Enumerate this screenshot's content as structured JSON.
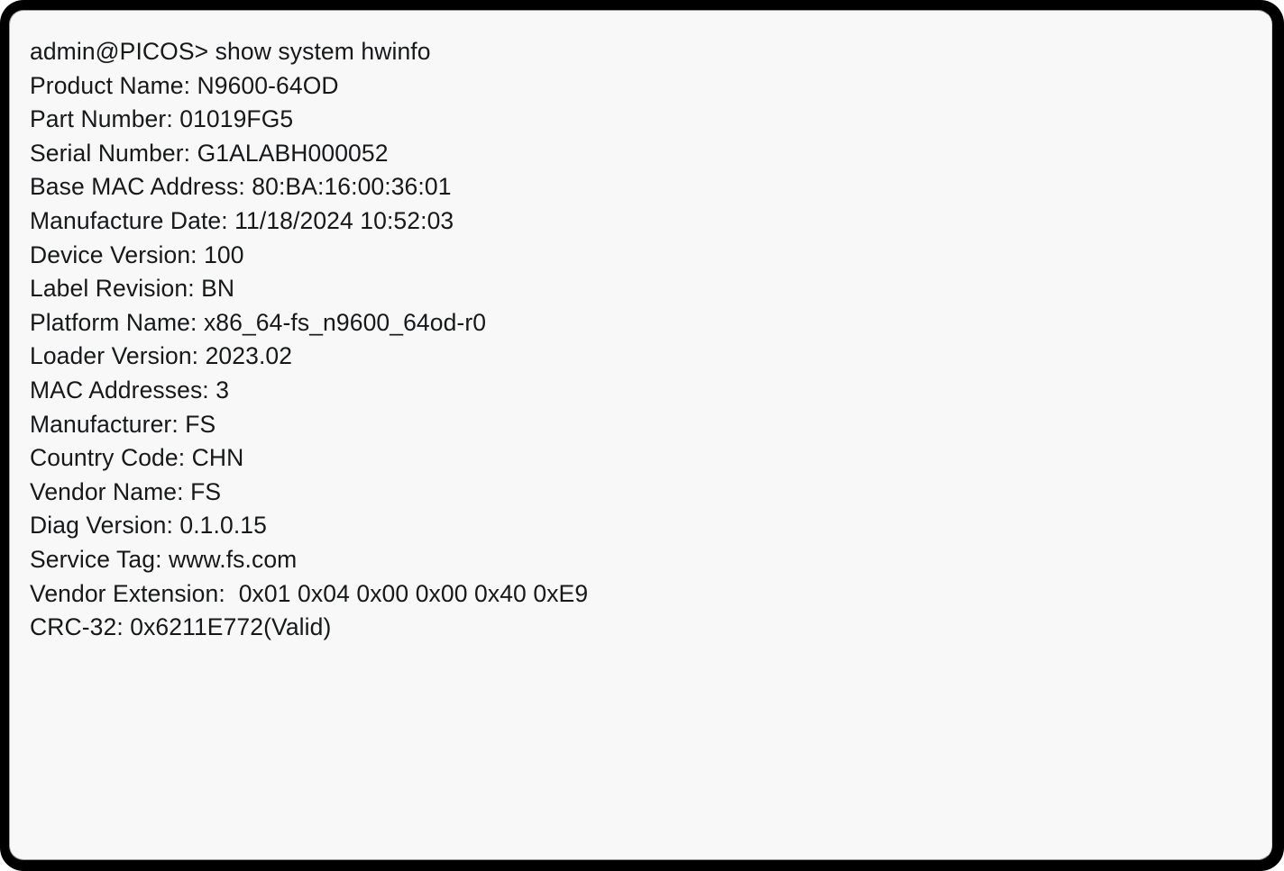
{
  "terminal": {
    "frame_color": "#000000",
    "screen_background": "#f8f8f8",
    "text_color": "#16181a",
    "prompt": "admin@PICOS>",
    "command": "show system hwinfo",
    "lines": [
      "admin@PICOS> show system hwinfo",
      "Product Name: N9600-64OD",
      "Part Number: 01019FG5",
      "Serial Number: G1ALABH000052",
      "Base MAC Address: 80:BA:16:00:36:01",
      "Manufacture Date: 11/18/2024 10:52:03",
      "Device Version: 100",
      "Label Revision: BN",
      "Platform Name: x86_64-fs_n9600_64od-r0",
      "Loader Version: 2023.02",
      "MAC Addresses: 3",
      "Manufacturer: FS",
      "Country Code: CHN",
      "Vendor Name: FS",
      "Diag Version: 0.1.0.15",
      "Service Tag: www.fs.com",
      "Vendor Extension:  0x01 0x04 0x00 0x00 0x40 0xE9",
      "CRC-32: 0x6211E772(Valid)"
    ],
    "fields": {
      "product_name": "N9600-64OD",
      "part_number": "01019FG5",
      "serial_number": "G1ALABH000052",
      "base_mac_address": "80:BA:16:00:36:01",
      "manufacture_date": "11/18/2024 10:52:03",
      "device_version": "100",
      "label_revision": "BN",
      "platform_name": "x86_64-fs_n9600_64od-r0",
      "loader_version": "2023.02",
      "mac_addresses": "3",
      "manufacturer": "FS",
      "country_code": "CHN",
      "vendor_name": "FS",
      "diag_version": "0.1.0.15",
      "service_tag": "www.fs.com",
      "vendor_extension": "0x01 0x04 0x00 0x00 0x40 0xE9",
      "crc_32": "0x6211E772(Valid)"
    }
  }
}
